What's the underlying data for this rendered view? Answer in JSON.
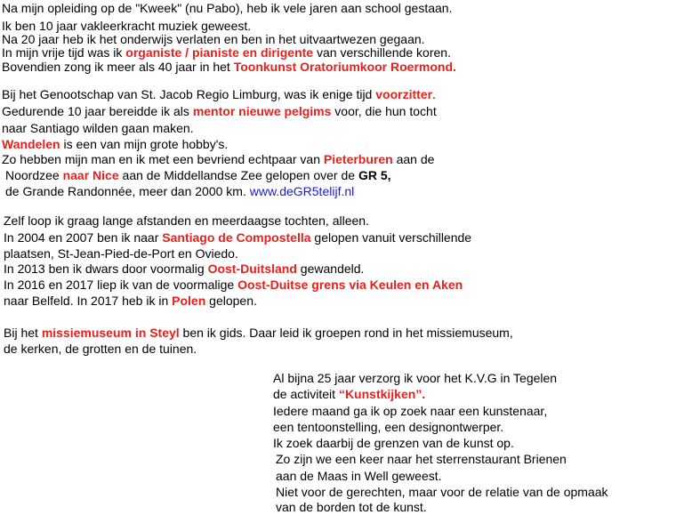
{
  "colors": {
    "highlight": "#e8201c",
    "link": "#1a1ad6",
    "text": "#000000"
  },
  "intro": {
    "l1": "Na mijn opleiding op de \"Kweek\" (nu Pabo), heb ik vele jaren aan school gestaan.",
    "l2": "Ik ben 10 jaar vakleerkracht muziek geweest.",
    "l3": "Na 20 jaar heb ik het onderwijs verlaten en ben in het uitvaartwezen gegaan.",
    "l4_a": "In mijn vrije tijd was ik ",
    "l4_hl": "organiste / pianiste en dirigente",
    "l4_b": " van verschillende koren.",
    "l5_a": "Bovendien zong ik meer als 40 jaar in het ",
    "l5_hl": "Toonkunst Oratoriumkoor Roermond."
  },
  "jacob": {
    "l1_a": "Bij het Genootschap van St. Jacob Regio Limburg, was ik enige tijd ",
    "l1_hl": "voorzitter",
    "l1_b": ".",
    "l2_a": "Gedurende 10 jaar bereidde ik als ",
    "l2_hl": "mentor nieuwe pelgims",
    "l2_b": " voor, die hun tocht",
    "l3": "naar Santiago wilden gaan maken.",
    "l4_hl": "Wandelen",
    "l4_b": " is een van mijn grote hobby's.",
    "l5_a": "Zo hebben mijn man en ik met een bevriend echtpaar van ",
    "l5_hl": "Pieterburen",
    "l5_b": " aan de",
    "l6_a": "Noordzee ",
    "l6_hl": "naar Nice",
    "l6_b": " aan de Middellandse Zee gelopen over de ",
    "l6_strong": "GR 5,",
    "l7_a": "de Grande Randonnée, meer dan 2000 km. ",
    "l7_link": "www.deGR5telijf.nl"
  },
  "walks": {
    "l1": "Zelf loop ik graag lange afstanden en meerdaagse tochten, alleen.",
    "l2_a": "In 2004 en 2007 ben ik naar ",
    "l2_hl": "Santiago de Compostella",
    "l2_b": " gelopen vanuit verschillende",
    "l3": "plaatsen, St-Jean-Pied-de-Port en Oviedo.",
    "l4_a": "In 2013 ben ik dwars door voormalig ",
    "l4_hl": "Oost-Duitsland",
    "l4_b": " gewandeld.",
    "l5_a": "In 2016 en 2017 liep ik van de voormalige ",
    "l5_hl": "Oost-Duitse grens via Keulen en Aken",
    "l6_a": "naar Belfeld. In 2017 heb ik in ",
    "l6_hl": "Polen",
    "l6_b": " gelopen."
  },
  "museum": {
    "l1_a": "Bij het ",
    "l1_hl": "missiemuseum in Steyl",
    "l1_b": " ben ik gids. Daar leid ik groepen rond in het missiemuseum,",
    "l2": "de kerken, de grotten en de tuinen."
  },
  "kvg": {
    "l1": "Al bijna 25 jaar verzorg ik voor het K.V.G in Tegelen",
    "l2_a": "de activiteit ",
    "l2_hl": "“Kunstkijken”.",
    "l3": "Iedere maand ga ik op zoek naar een kunstenaar,",
    "l4": "een tentoonstelling, een designontwerper.",
    "l5": "Ik zoek daarbij de grenzen van de kunst op.",
    "l6": "Zo zijn we een keer naar het sterrenstaurant Brienen",
    "l7": "aan de Maas in Well geweest.",
    "l8": "Niet voor de gerechten, maar voor de relatie van de opmaak",
    "l9": "van de borden tot de kunst."
  }
}
